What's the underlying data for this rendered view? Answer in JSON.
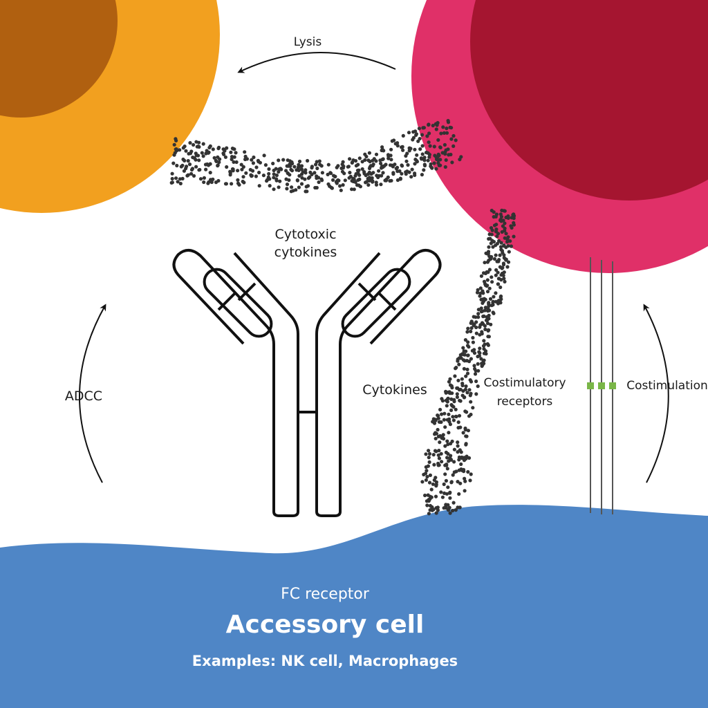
{
  "labels": {
    "lysis": "Lysis",
    "adcc": "ADCC",
    "cytotoxic_line1": "Cytotoxic",
    "cytotoxic_line2": "cytokines",
    "cytokines": "Cytokines",
    "costim_receptors_line1": "Costimulatory",
    "costim_receptors_line2": "receptors",
    "costimulation": "Costimulation",
    "fc_receptor": "FC receptor",
    "accessory_cell": "Accessory cell",
    "examples": "Examples: NK cell, Macrophages"
  },
  "colors": {
    "target_cell_outer": "#f2a01f",
    "target_cell_nucleus": "#b06010",
    "antigen_cell_outer": "#e03068",
    "antigen_cell_nucleus": "#a51530",
    "accessory_cell": "#4f86c6",
    "costim_marker": "#7ab648",
    "cytokine_dots": "#333333",
    "antibody_stroke": "#111111"
  }
}
